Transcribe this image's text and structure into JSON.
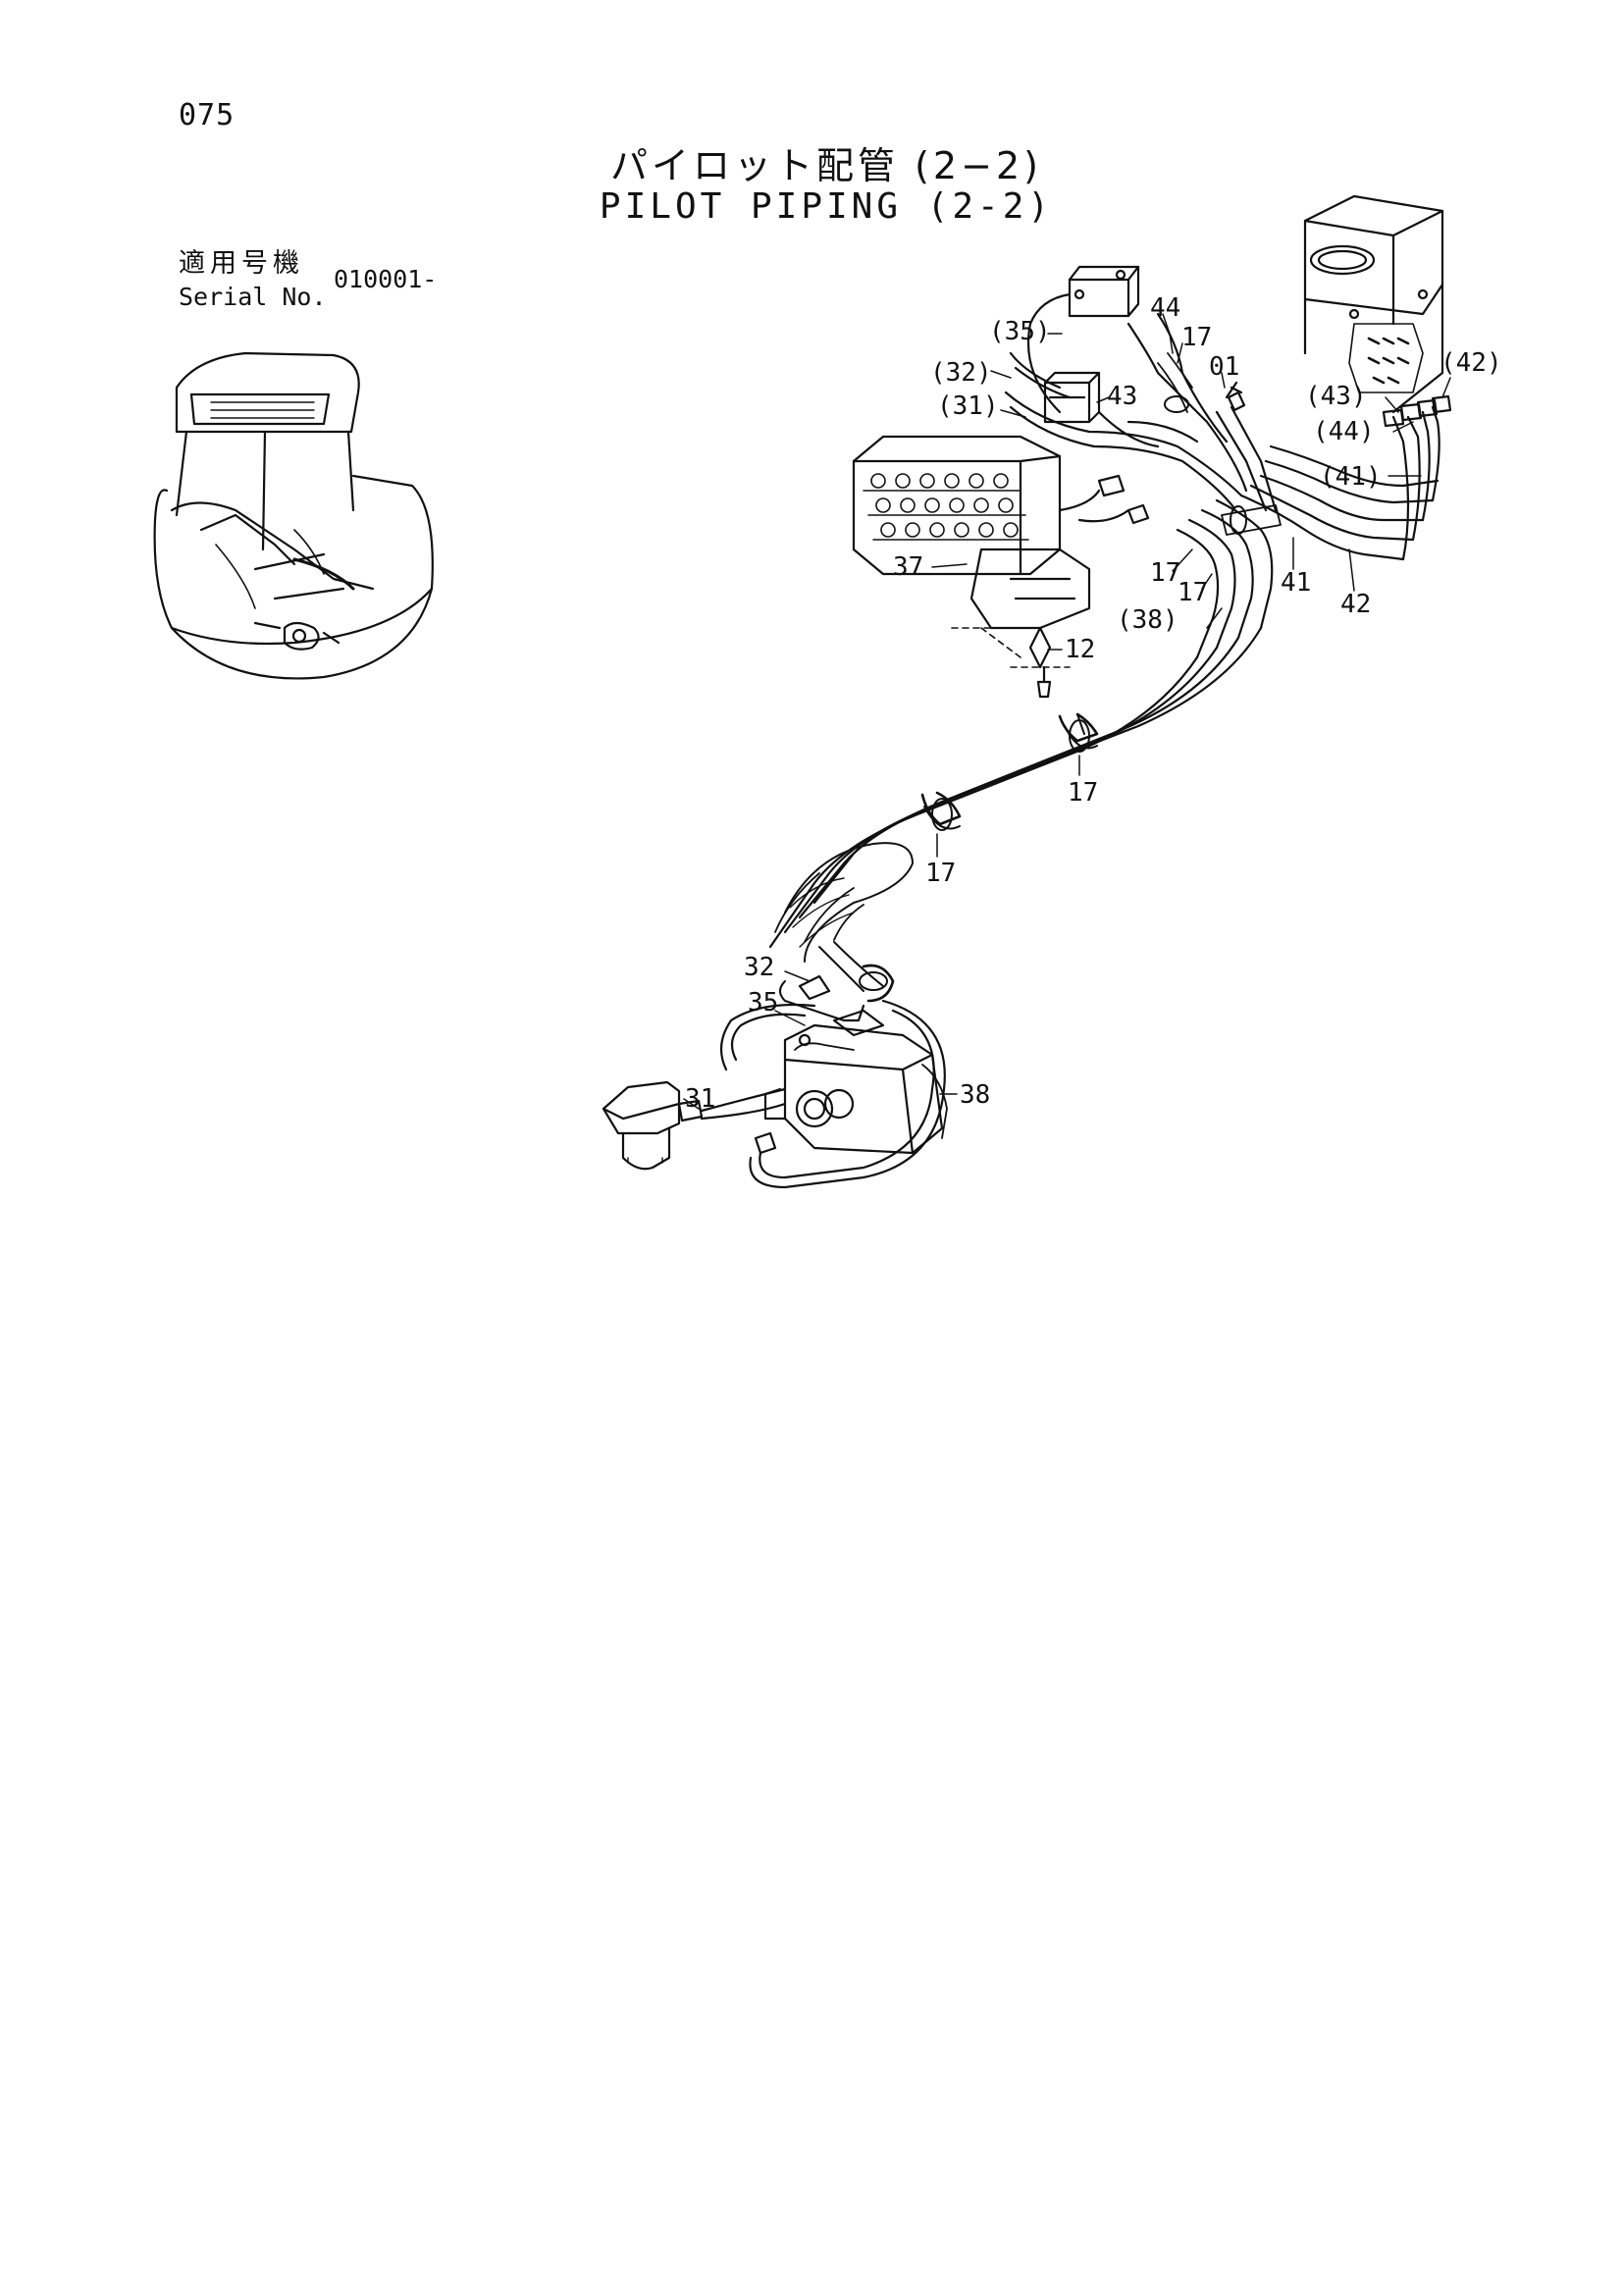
{
  "page_number": "075",
  "title_japanese": "パイロット配管 (2−2)",
  "title_english": "PILOT PIPING (2-2)",
  "serial": {
    "label_japanese": "適用号機",
    "label_english": "Serial No.",
    "value": "010001-"
  },
  "callouts": [
    {
      "id": "c-35p",
      "label": "(35)"
    },
    {
      "id": "c-44",
      "label": "44"
    },
    {
      "id": "c-17a",
      "label": "17"
    },
    {
      "id": "c-01",
      "label": "01"
    },
    {
      "id": "c-32p",
      "label": "(32)"
    },
    {
      "id": "c-43",
      "label": "43"
    },
    {
      "id": "c-31p",
      "label": "(31)"
    },
    {
      "id": "c-37",
      "label": "37"
    },
    {
      "id": "c-12",
      "label": "12"
    },
    {
      "id": "c-17b",
      "label": "17"
    },
    {
      "id": "c-17c",
      "label": "17"
    },
    {
      "id": "c-38p",
      "label": "(38)"
    },
    {
      "id": "c-41",
      "label": "41"
    },
    {
      "id": "c-42",
      "label": "42"
    },
    {
      "id": "c-42p",
      "label": "(42)"
    },
    {
      "id": "c-43p",
      "label": "(43)"
    },
    {
      "id": "c-44p",
      "label": "(44)"
    },
    {
      "id": "c-41p",
      "label": "(41)"
    },
    {
      "id": "c-17d",
      "label": "17"
    },
    {
      "id": "c-17e",
      "label": "17"
    },
    {
      "id": "c-32",
      "label": "32"
    },
    {
      "id": "c-35",
      "label": "35"
    },
    {
      "id": "c-31",
      "label": "31"
    },
    {
      "id": "c-38",
      "label": "38"
    }
  ]
}
